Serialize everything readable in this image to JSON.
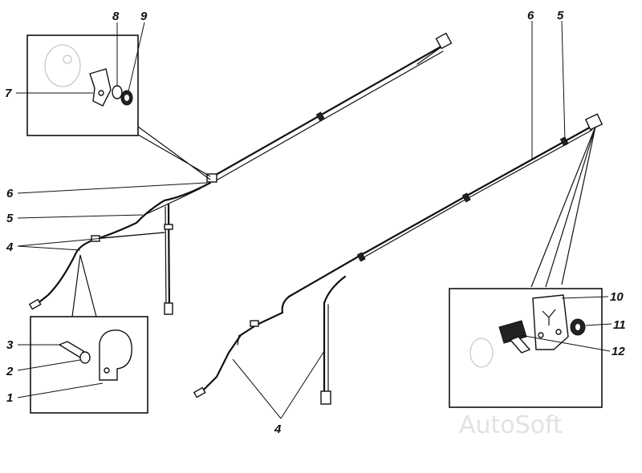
{
  "callouts": {
    "c1": "1",
    "c2": "2",
    "c3": "3",
    "c4_upper": "4",
    "c4_lower": "4",
    "c5_left": "5",
    "c5_top": "5",
    "c6_left": "6",
    "c6_top": "6",
    "c7": "7",
    "c8": "8",
    "c9": "9",
    "c10": "10",
    "c11": "11",
    "c12": "12"
  },
  "watermark": "AutoSoft"
}
